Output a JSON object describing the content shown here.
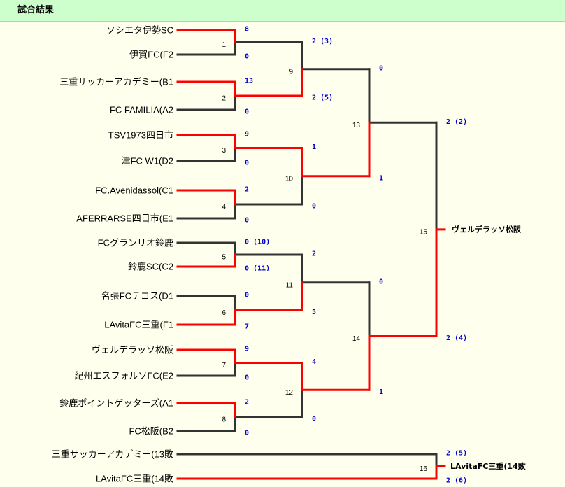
{
  "header": {
    "title": "試合結果"
  },
  "bracket": {
    "teams": [
      "ソシエタ伊勢SC",
      "伊賀FC(F2",
      "三重サッカーアカデミー(B1",
      "FC FAMILIA(A2",
      "TSV1973四日市",
      "津FC W1(D2",
      "FC.Avenidassol(C1",
      "AFERRARSE四日市(E1",
      "FCグランリオ鈴鹿",
      "鈴鹿SC(C2",
      "名張FCテコス(D1",
      "LAvitaFC三重(F1",
      "ヴェルデラッソ松阪",
      "紀州エスフォルソFC(E2",
      "鈴鹿ポイントゲッターズ(A1",
      "FC松阪(B2"
    ],
    "matches": [
      {
        "no": "1",
        "scores": [
          "8",
          "0"
        ],
        "winner": 0
      },
      {
        "no": "2",
        "scores": [
          "13",
          "0"
        ],
        "winner": 0
      },
      {
        "no": "3",
        "scores": [
          "9",
          "0"
        ],
        "winner": 0
      },
      {
        "no": "4",
        "scores": [
          "2",
          "0"
        ],
        "winner": 0
      },
      {
        "no": "5",
        "scores": [
          "0 (10)",
          "0 (11)"
        ],
        "winner": 1
      },
      {
        "no": "6",
        "scores": [
          "0",
          "7"
        ],
        "winner": 1
      },
      {
        "no": "7",
        "scores": [
          "9",
          "0"
        ],
        "winner": 0
      },
      {
        "no": "8",
        "scores": [
          "2",
          "0"
        ],
        "winner": 0
      },
      {
        "no": "9",
        "scores": [
          "2 (3)",
          "2 (5)"
        ],
        "winner": 1
      },
      {
        "no": "10",
        "scores": [
          "1",
          "0"
        ],
        "winner": 0
      },
      {
        "no": "11",
        "scores": [
          "2",
          "5"
        ],
        "winner": 1
      },
      {
        "no": "12",
        "scores": [
          "4",
          "0"
        ],
        "winner": 0
      },
      {
        "no": "13",
        "scores": [
          "0",
          "1"
        ],
        "winner": 1
      },
      {
        "no": "14",
        "scores": [
          "0",
          "1"
        ],
        "winner": 1
      },
      {
        "no": "15",
        "scores": [
          "2 (2)",
          "2 (4)"
        ],
        "winner": 1
      }
    ],
    "champion": "ヴェルデラッソ松阪"
  },
  "third_place": {
    "teams": [
      "三重サッカーアカデミー(13敗",
      "LAvitaFC三重(14敗"
    ],
    "match": {
      "no": "16",
      "scores": [
        "2 (5)",
        "2 (6)"
      ],
      "winner": 1
    },
    "winner_label": "LAvitaFC三重(14敗"
  },
  "colors": {
    "page_bg": "#ffffee",
    "header_bg": "#ccffcc",
    "win_line": "#ff0000",
    "lose_line": "#333333",
    "score_text": "#0000cc"
  }
}
